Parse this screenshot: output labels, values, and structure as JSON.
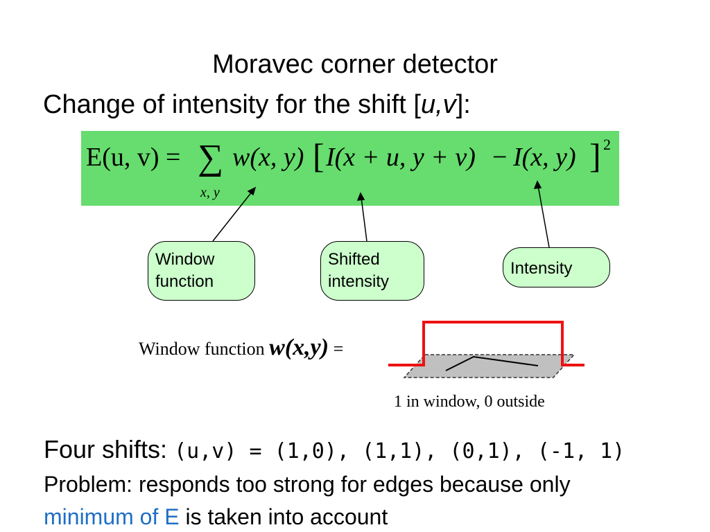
{
  "slide": {
    "title": "Moravec corner detector",
    "subtitle_prefix": "Change of intensity for the shift [",
    "subtitle_var": "u,v",
    "subtitle_suffix": "]:"
  },
  "formula": {
    "lhs": "E(u, v) =",
    "sum_symbol": "∑",
    "sum_subscript": "x, y",
    "weight": "w(x, y)",
    "bracket_open": "[",
    "shifted": "I(x + u, y + v)",
    "minus": "−",
    "intensity": "I(x, y)",
    "bracket_close": "]",
    "exponent": "2",
    "background_color": "#66dd6e"
  },
  "callouts": {
    "window": "Window function",
    "shifted": "Shifted intensity",
    "intensity": "Intensity",
    "fill_color": "#ccffcc"
  },
  "window_function": {
    "label": "Window function",
    "symbol": "w(x,y)",
    "equals": "=",
    "caption": "1 in window, 0 outside",
    "line_color": "#ee1111"
  },
  "shifts": {
    "label": "Four shifts:",
    "values": "(u,v) = (1,0), (1,1), (0,1), (-1, 1)"
  },
  "problem": {
    "line1": "Problem: responds too strong for edges because only",
    "highlight": "minimum of E",
    "line2_rest": " is taken into account",
    "highlight_color": "#1f6fc4"
  }
}
